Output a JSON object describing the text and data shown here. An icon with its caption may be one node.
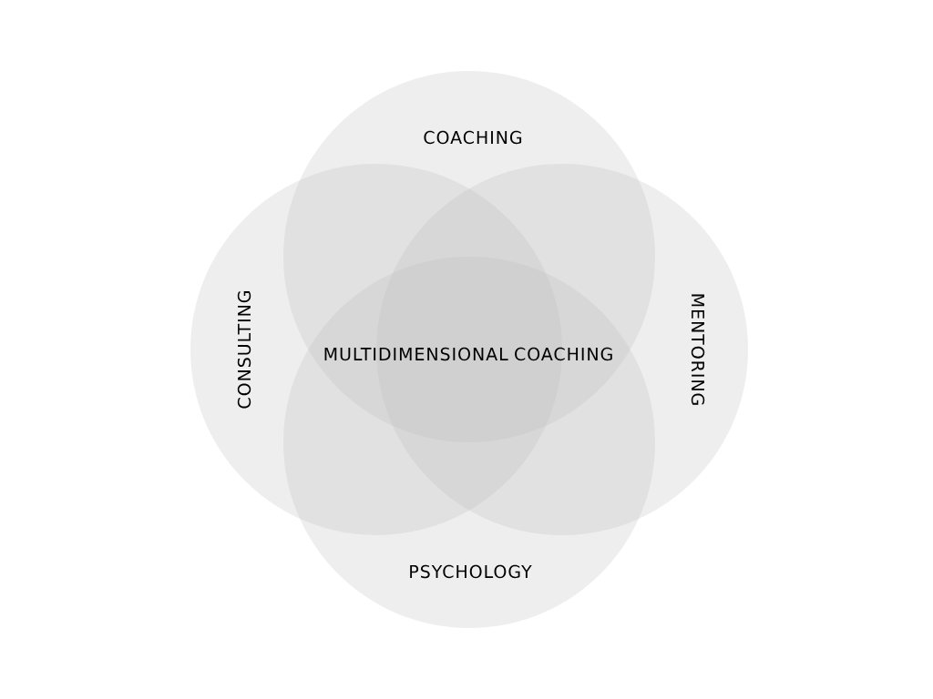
{
  "diagram": {
    "nodes": [
      {
        "text": [
          "COACHING"
        ]
      },
      {
        "text": [
          "CONSULTING"
        ]
      },
      {
        "text": [
          "MENTORING"
        ]
      },
      {
        "text": [
          "PSYCHOLOGY"
        ]
      }
    ],
    "labels": [
      "MULTIDIMENSIONAL COACHING"
    ]
  }
}
